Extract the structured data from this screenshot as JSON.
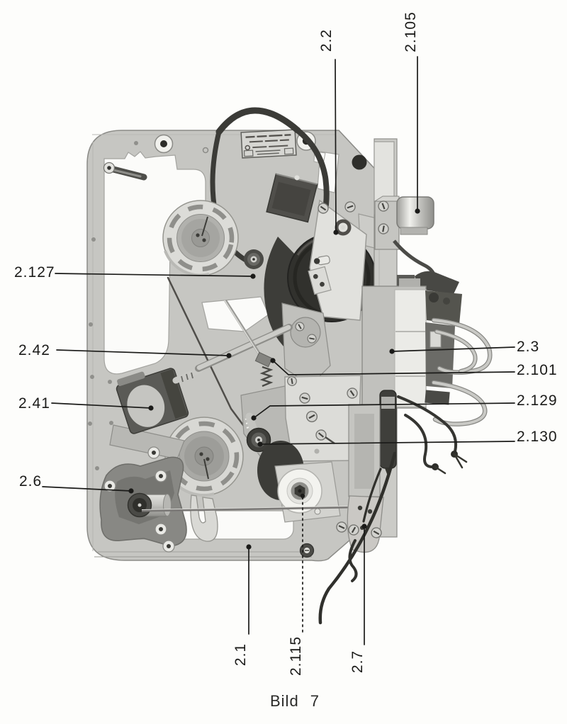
{
  "figure": {
    "caption": "Bild 7",
    "callouts": [
      {
        "text": "2.2"
      },
      {
        "text": "2.105"
      },
      {
        "text": "2.127"
      },
      {
        "text": "2.42"
      },
      {
        "text": "2.41"
      },
      {
        "text": "2.6"
      },
      {
        "text": "2.3"
      },
      {
        "text": "2.101"
      },
      {
        "text": "2.129"
      },
      {
        "text": "2.130"
      },
      {
        "text": "2.1"
      },
      {
        "text": "2.115"
      },
      {
        "text": "2.7"
      }
    ],
    "colors": {
      "ink": "#1b1b19",
      "paper": "#fdfdfb"
    }
  }
}
